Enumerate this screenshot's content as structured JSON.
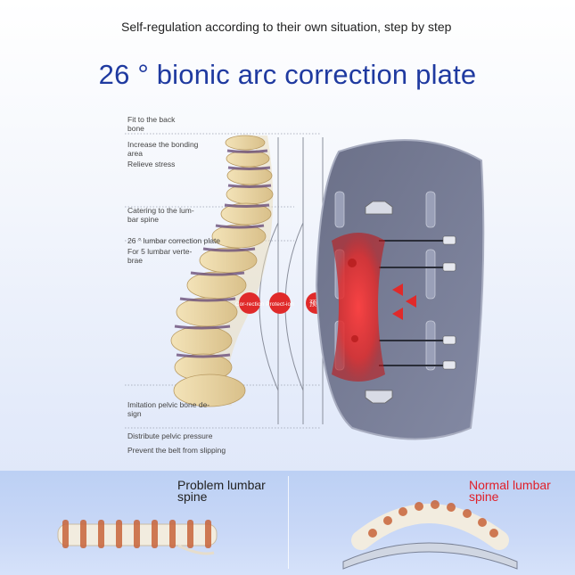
{
  "header": {
    "intro_text": "Self-regulation according to their own situation, step by step",
    "headline": "26 ° bionic arc correction plate"
  },
  "annotations": {
    "fit_to_back_bone": "Fit to the back bone",
    "increase_bonding_area": "Increase the bonding area",
    "relieve_stress": "Relieve stress",
    "catering_lumbar_spine": "Catering to the lum-bar spine",
    "lumbar_correction_plate": "26 ° lumbar correction plate",
    "for_5_lumbar_vertebrae": "For 5 lumbar verte-brae",
    "imitation_pelvic_bone": "Imitation pelvic bone de-sign",
    "distribute_pelvic_pressure": "Distribute pelvic pressure",
    "prevent_belt_slipping": "Prevent the belt from slipping"
  },
  "badges": {
    "correction": "Cor-rection",
    "protect": "Protect-ion",
    "prevention": "预防"
  },
  "comparison": {
    "problem_label": "Problem lumbar spine",
    "normal_label": "Normal lumbar spine"
  },
  "colors": {
    "headline": "#1f3aa0",
    "badge_red": "#e02a2a",
    "normal_label": "#e0202a",
    "plate": "#6f7590",
    "bone": "#e8d6a8",
    "disc": "#6b4f7a"
  }
}
